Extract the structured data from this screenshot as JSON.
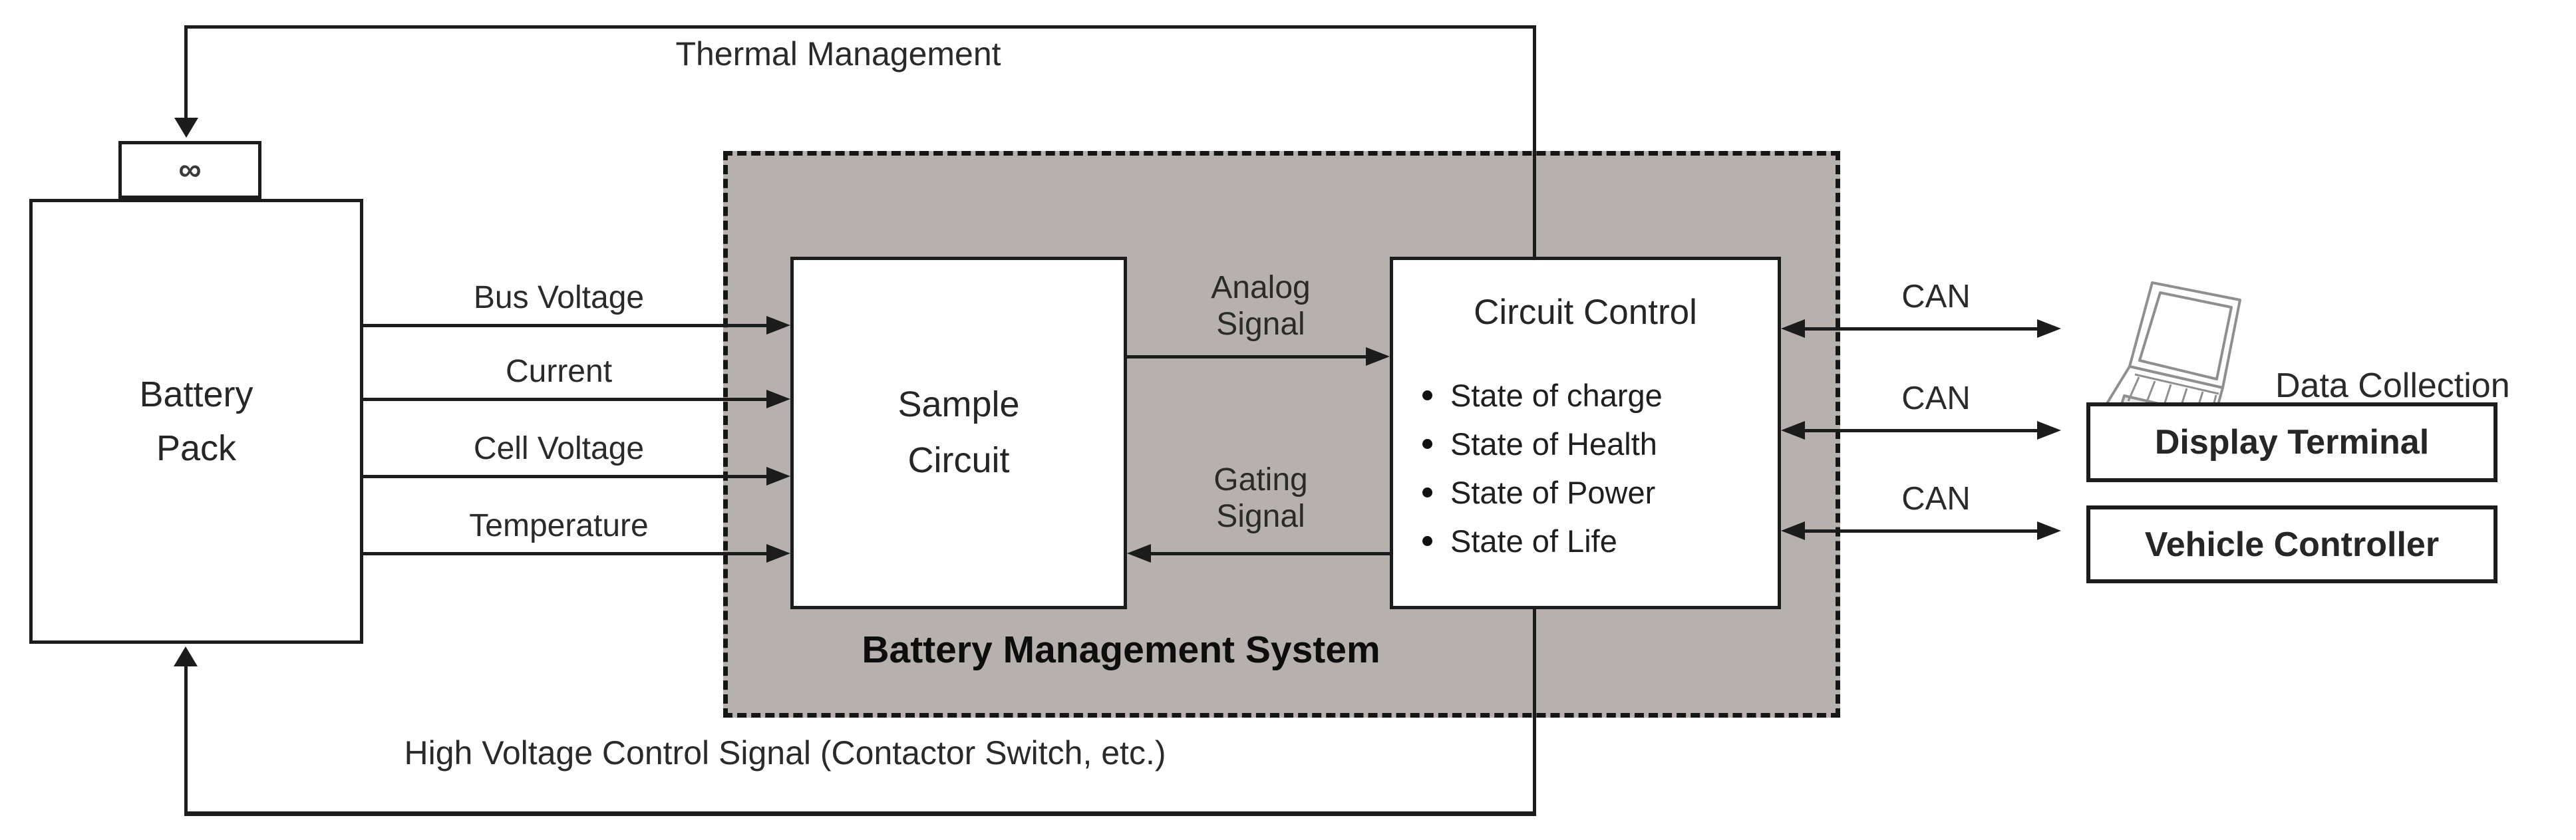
{
  "title": "Battery Management System Block Diagram",
  "colors": {
    "bms_fill": "#b6b1ae",
    "line": "#1c1c1c",
    "text": "#262626"
  },
  "thermal": {
    "label": "Thermal Management"
  },
  "battery_pack": {
    "line1": "Battery",
    "line2": "Pack",
    "terminal_symbol": "∞"
  },
  "inputs": [
    "Bus Voltage",
    "Current",
    "Cell Voltage",
    "Temperature"
  ],
  "bms": {
    "label": "Battery Management System",
    "sample_circuit": {
      "line1": "Sample",
      "line2": "Circuit"
    },
    "circuit_control": {
      "title": "Circuit Control",
      "bullets": [
        "State of charge",
        "State of Health",
        "State of Power",
        "State of Life"
      ]
    },
    "analog": {
      "line1": "Analog",
      "line2": "Signal"
    },
    "gating": {
      "line1": "Gating",
      "line2": "Signal"
    }
  },
  "can_labels": [
    "CAN",
    "CAN",
    "CAN"
  ],
  "externals": {
    "data_collection": "Data Collection",
    "display_terminal": "Display Terminal",
    "vehicle_controller": "Vehicle Controller"
  },
  "high_voltage": {
    "label": "High Voltage Control Signal (Contactor Switch, etc.)"
  }
}
